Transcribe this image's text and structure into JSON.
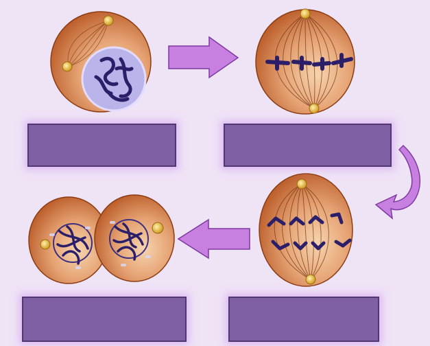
{
  "diagram": {
    "stages": [
      {
        "id": "prophase",
        "label": ""
      },
      {
        "id": "metaphase",
        "label": ""
      },
      {
        "id": "anaphase",
        "label": ""
      },
      {
        "id": "telophase",
        "label": ""
      }
    ],
    "colors": {
      "background": "#efe3f6",
      "cell_outer": "#b8541e",
      "cell_inner": "#f2c69d",
      "nucleus": "#b9b4e9",
      "chromosome": "#2b1f6a",
      "centrosome": "#e8b83a",
      "arrow": "#c77fe0",
      "label_box": "#7f60a5"
    },
    "icons": [
      "right-arrow-icon",
      "curved-down-arrow-icon",
      "left-arrow-icon"
    ]
  }
}
